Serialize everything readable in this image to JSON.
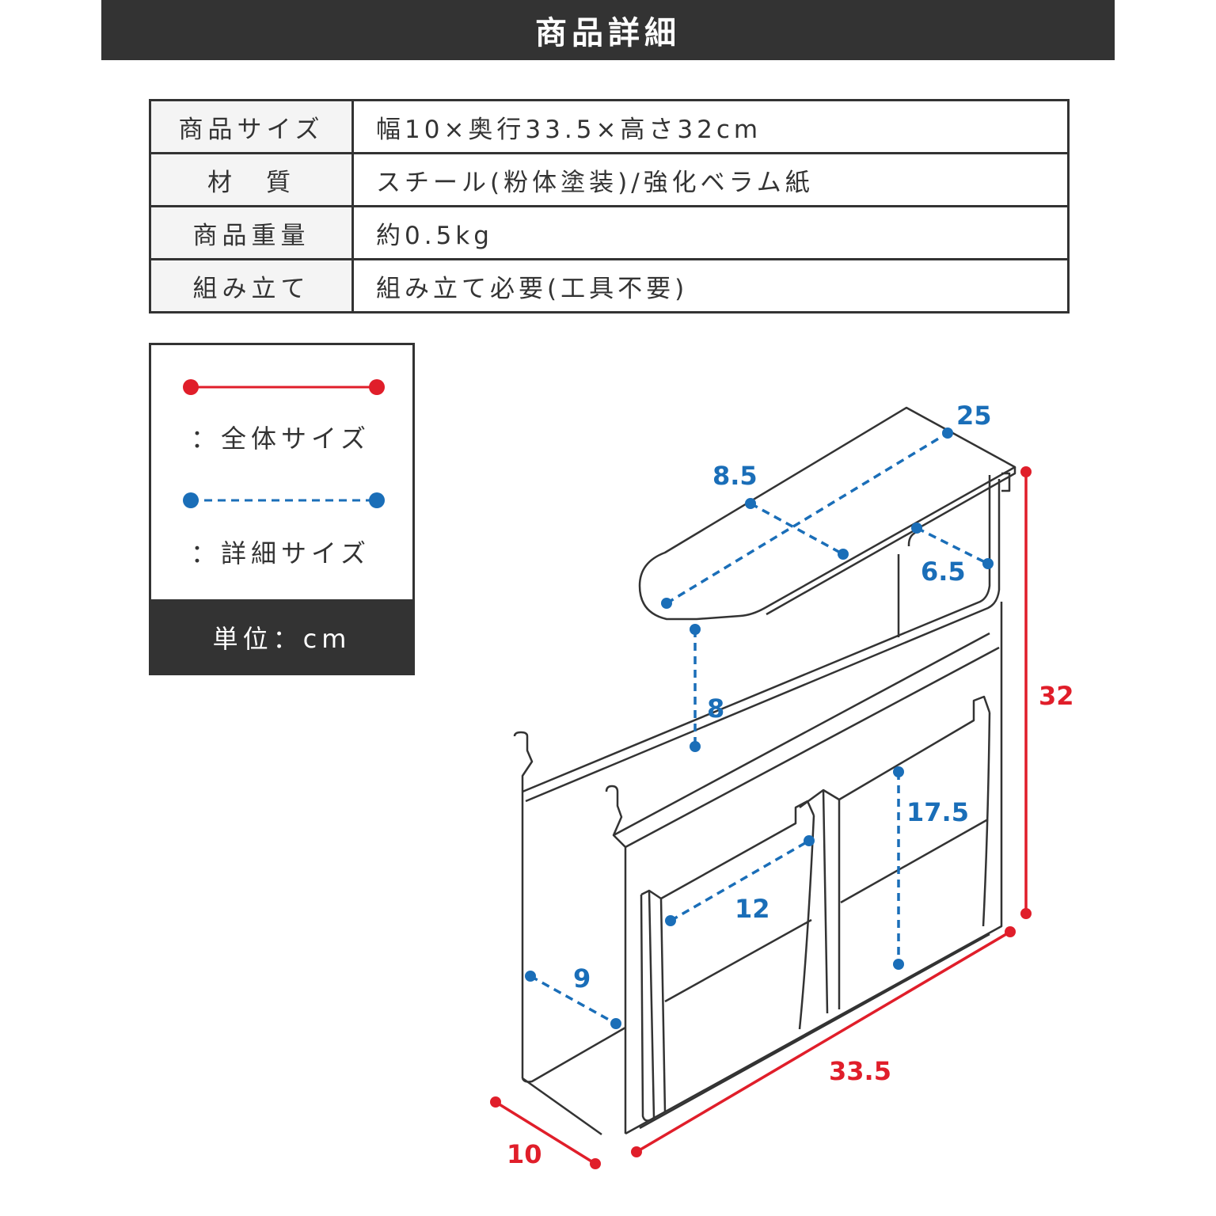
{
  "header": {
    "title": "商品詳細"
  },
  "specs": [
    {
      "label": "商品サイズ",
      "value": "幅10×奥行33.5×高さ32cm"
    },
    {
      "label": "材　質",
      "value": "スチール(粉体塗装)/強化ベラム紙"
    },
    {
      "label": "商品重量",
      "value": "約0.5kg"
    },
    {
      "label": "組み立て",
      "value": "組み立て必要(工具不要)"
    }
  ],
  "legend": {
    "overall_label": "：全体サイズ",
    "detail_label": "：詳細サイズ",
    "unit_label": "単位：cm"
  },
  "dimensions": {
    "top_length": "25",
    "top_width": "8.5",
    "top_side": "6.5",
    "inner_height": "8",
    "pocket_height": "17.5",
    "pocket_width": "12",
    "side_depth": "9",
    "height": "32",
    "length": "33.5",
    "width": "10"
  },
  "colors": {
    "overall": "#e01e2a",
    "detail": "#1a6eb8",
    "dark": "#333333"
  }
}
